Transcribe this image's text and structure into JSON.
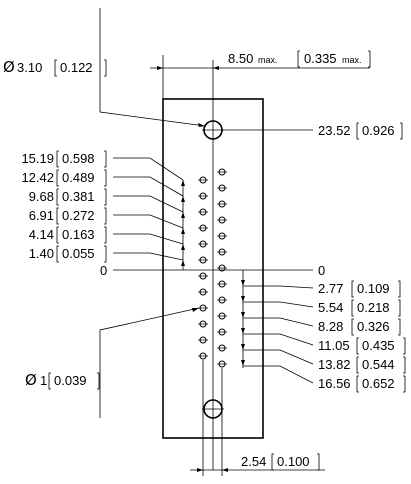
{
  "hole_large": {
    "symbol": "Ø",
    "mm": "3.10",
    "inch": "0.122"
  },
  "hole_small": {
    "symbol": "Ø",
    "mm": "1",
    "inch": "0.039"
  },
  "width_dim": {
    "mm": "8.50",
    "mm_suffix": "max.",
    "inch": "0.335",
    "inch_suffix": "max."
  },
  "top_hole_dim": {
    "mm": "23.52",
    "inch": "0.926"
  },
  "pitch_dim": {
    "mm": "2.54",
    "inch": "0.100"
  },
  "left_dims": [
    {
      "mm": "15.19",
      "inch": "0.598"
    },
    {
      "mm": "12.42",
      "inch": "0.489"
    },
    {
      "mm": "9.68",
      "inch": "0.381"
    },
    {
      "mm": "6.91",
      "inch": "0.272"
    },
    {
      "mm": "4.14",
      "inch": "0.163"
    },
    {
      "mm": "1.40",
      "inch": "0.055"
    }
  ],
  "zero_left": "0",
  "zero_right": "0",
  "right_dims": [
    {
      "mm": "2.77",
      "inch": "0.109"
    },
    {
      "mm": "5.54",
      "inch": "0.218"
    },
    {
      "mm": "8.28",
      "inch": "0.326"
    },
    {
      "mm": "11.05",
      "inch": "0.435"
    },
    {
      "mm": "13.82",
      "inch": "0.544"
    },
    {
      "mm": "16.56",
      "inch": "0.652"
    }
  ]
}
